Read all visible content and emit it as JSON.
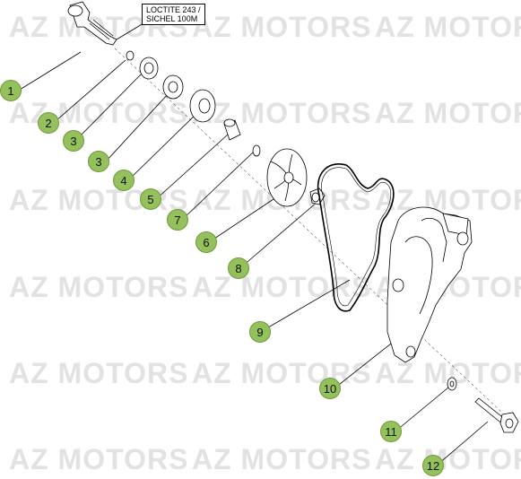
{
  "watermark": "AZ MOTORS",
  "watermark_clipped": "AZ MOTOR",
  "note": {
    "line1": "LOCTITE 243 /",
    "line2": "SICHEL 100M"
  },
  "callouts": [
    "1",
    "2",
    "3",
    "3",
    "4",
    "5",
    "7",
    "6",
    "8",
    "9",
    "10",
    "11",
    "12"
  ],
  "colors": {
    "callout_fill": "#94c15c",
    "line": "#000000",
    "watermark": "#e2e2e2"
  }
}
